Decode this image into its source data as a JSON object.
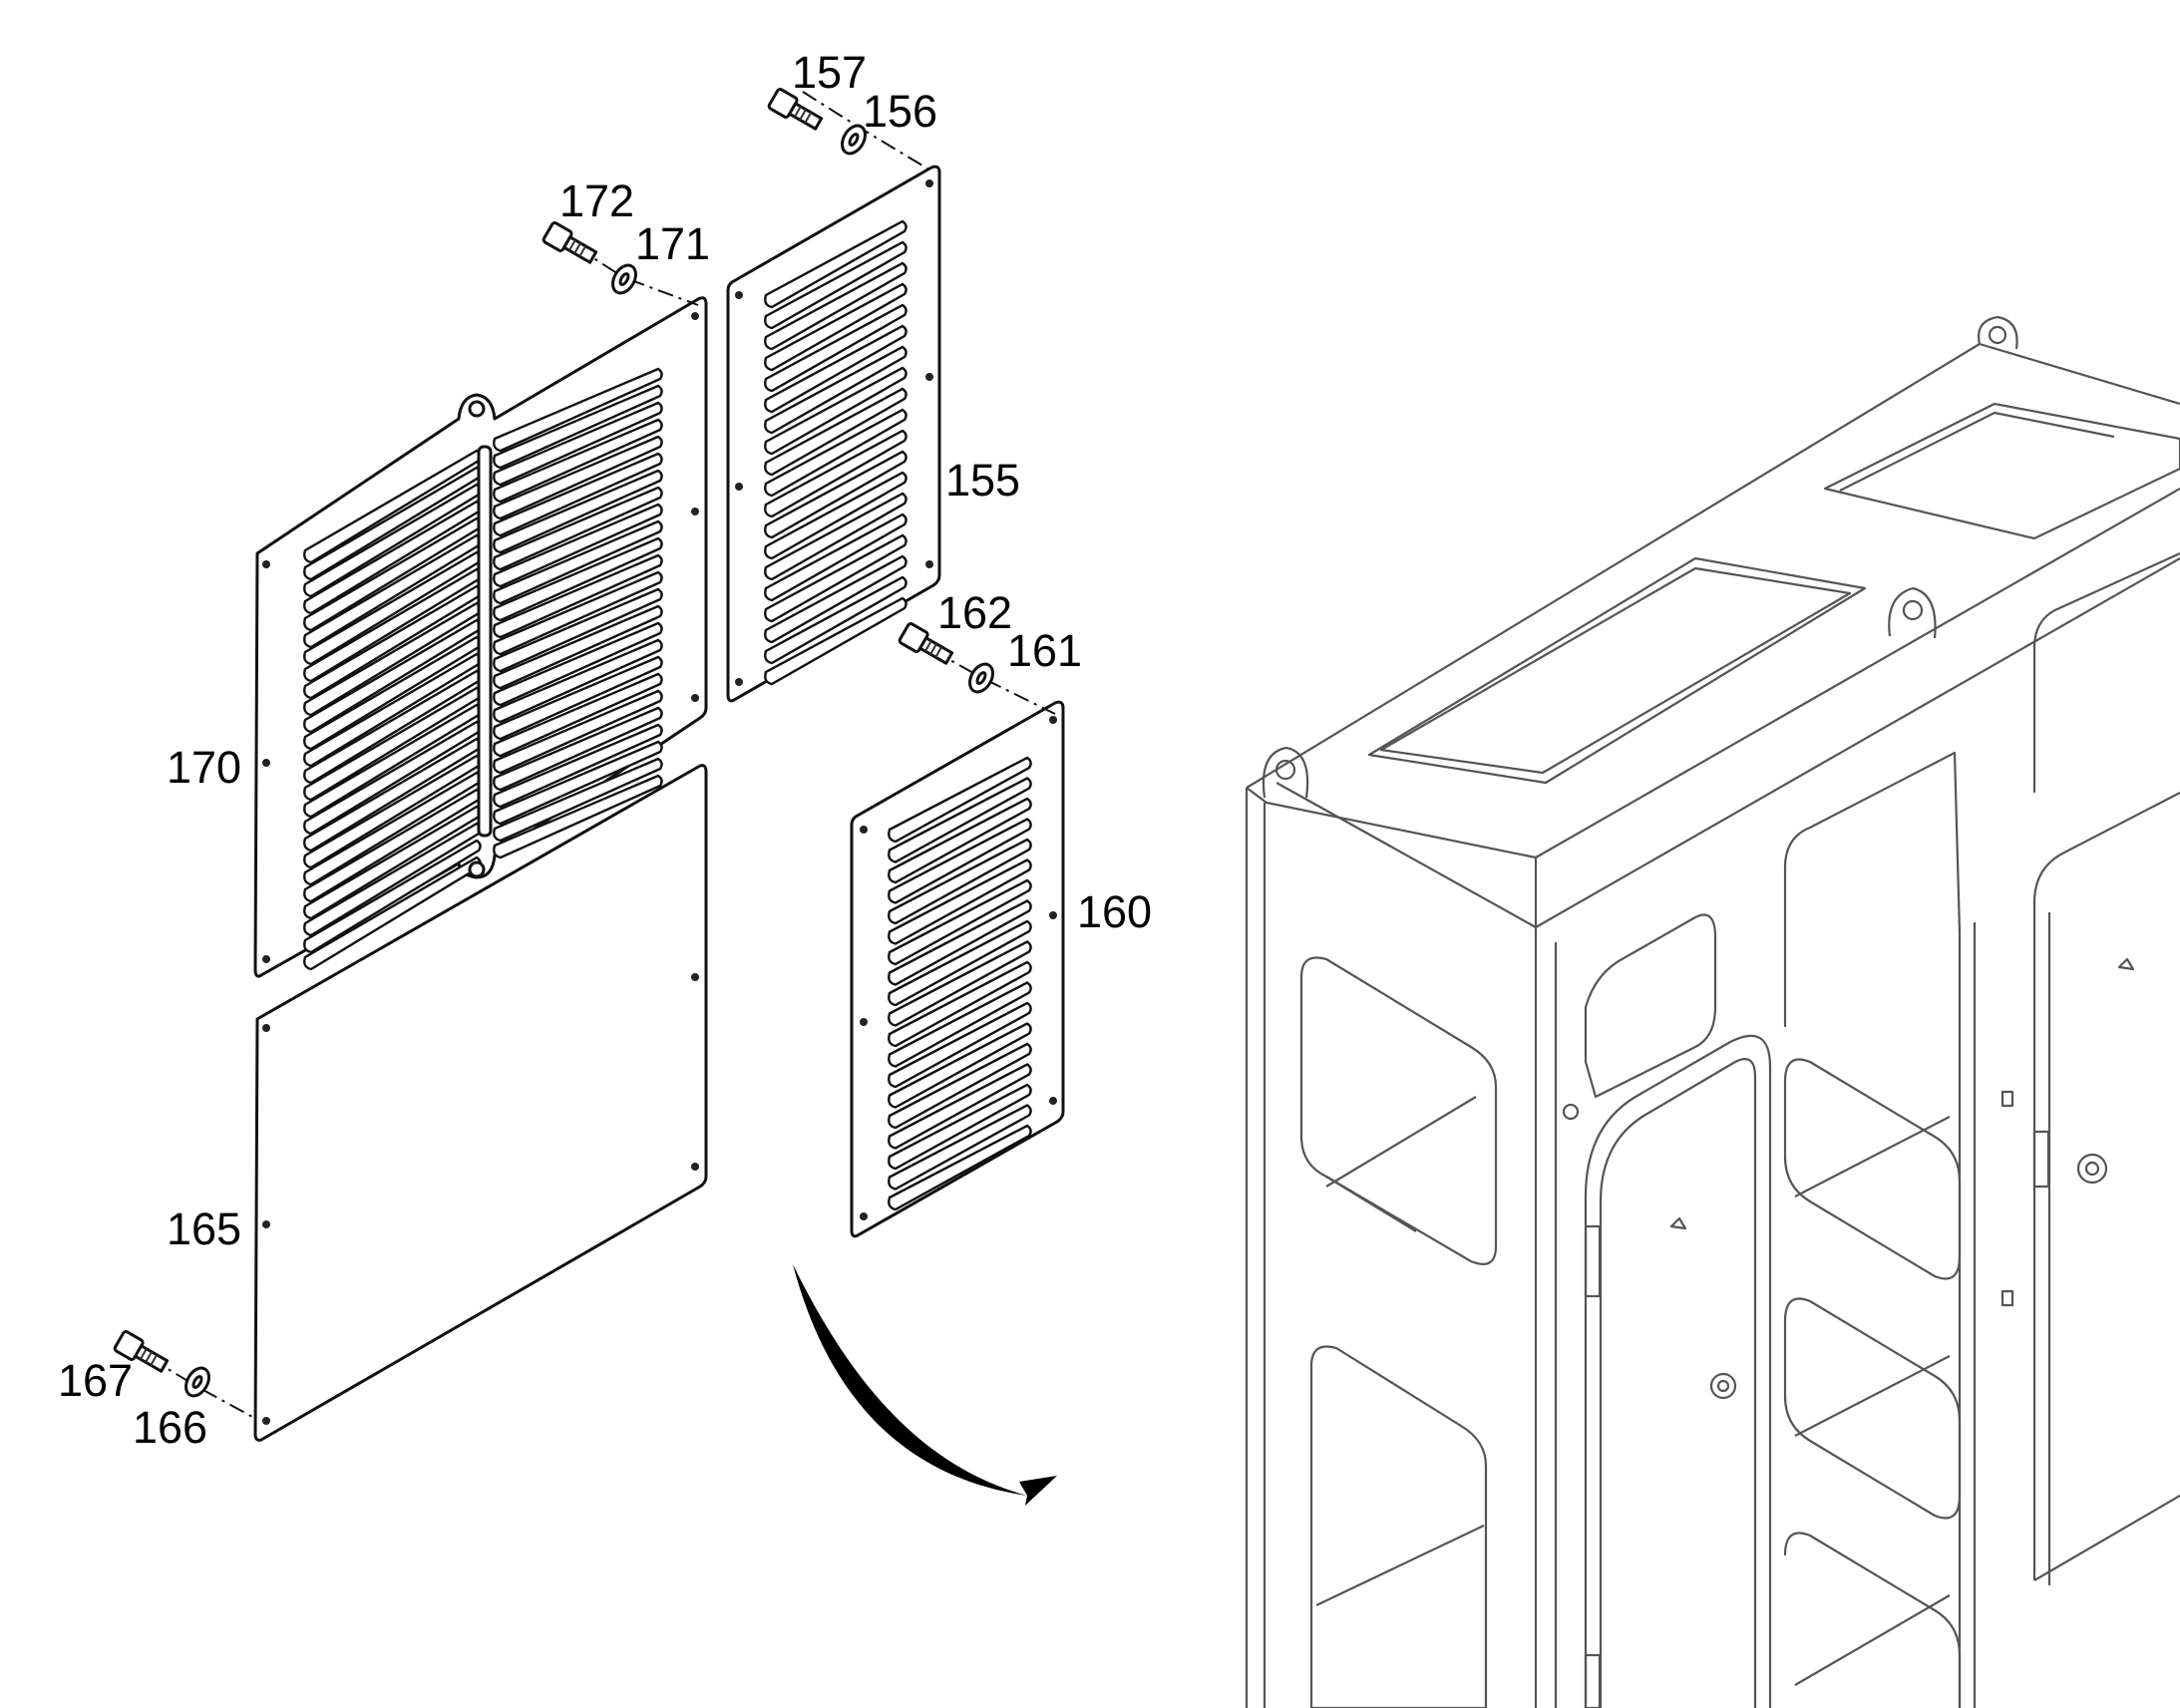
{
  "callouts": {
    "c155": "155",
    "c156": "156",
    "c157": "157",
    "c160": "160",
    "c161": "161",
    "c162": "162",
    "c165": "165",
    "c166": "166",
    "c167": "167",
    "c170": "170",
    "c171": "171",
    "c172": "172"
  },
  "colors": {
    "line": "#111111",
    "frame_line": "#555555",
    "background": "#ffffff"
  }
}
